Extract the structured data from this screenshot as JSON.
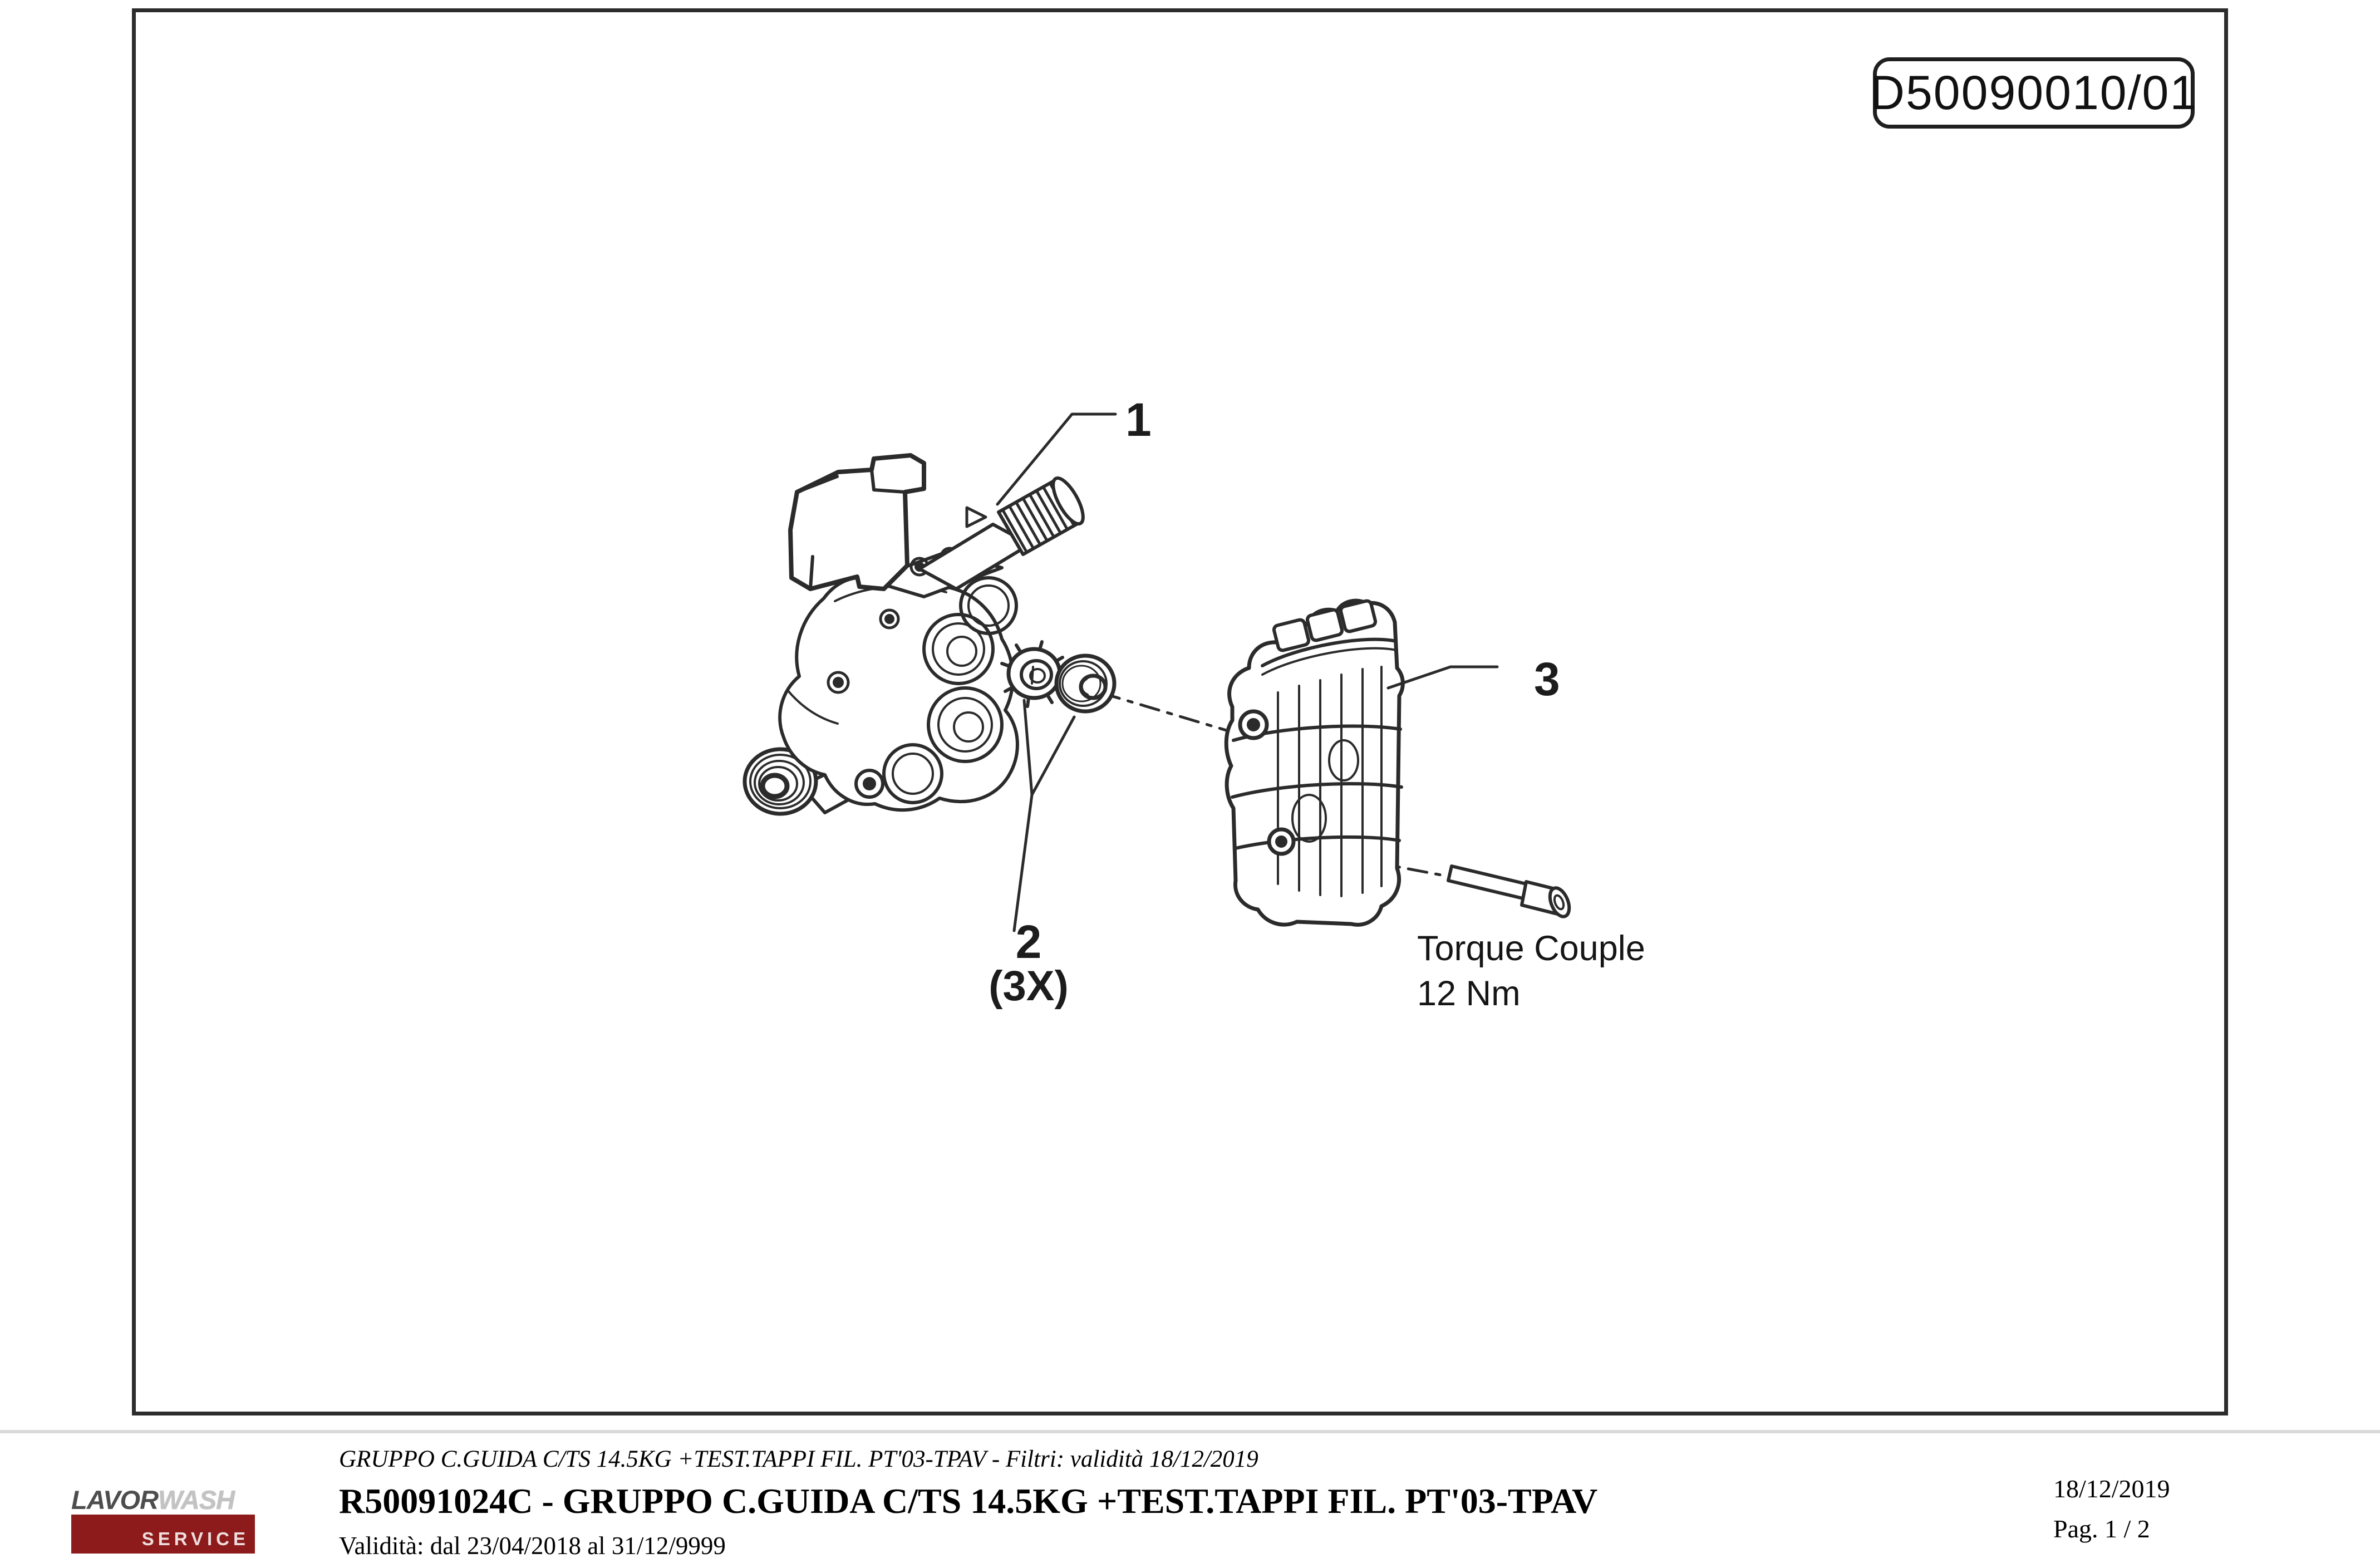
{
  "page": {
    "drawing_code": "D50090010/01",
    "colors": {
      "line": "#2b2b2b",
      "logo_red": "#8e1b1b",
      "divider": "#d9d9d9"
    }
  },
  "diagram": {
    "callouts": {
      "c1": "1",
      "c2": "2",
      "c2_qty": "(3X)",
      "c3": "3"
    },
    "torque_note": {
      "line1": "Torque Couple",
      "line2": "12 Nm"
    },
    "figures": [
      "pump-head-assembly",
      "toothed-lock-ring",
      "seal-ring",
      "valve-block-assembly",
      "socket-head-screw"
    ]
  },
  "footer": {
    "logo": {
      "word_primary": "LAVOR",
      "word_secondary": "WASH",
      "word_service": "SERVICE"
    },
    "filter_line": "GRUPPO C.GUIDA C/TS 14.5KG +TEST.TAPPI FIL. PT'03-TPAV - Filtri: validità 18/12/2019",
    "title_line": "R50091024C - GRUPPO C.GUIDA C/TS 14.5KG +TEST.TAPPI FIL. PT'03-TPAV",
    "validity_line": "Validità: dal 23/04/2018 al 31/12/9999",
    "date": "18/12/2019",
    "page_number": "Pag. 1 / 2"
  }
}
